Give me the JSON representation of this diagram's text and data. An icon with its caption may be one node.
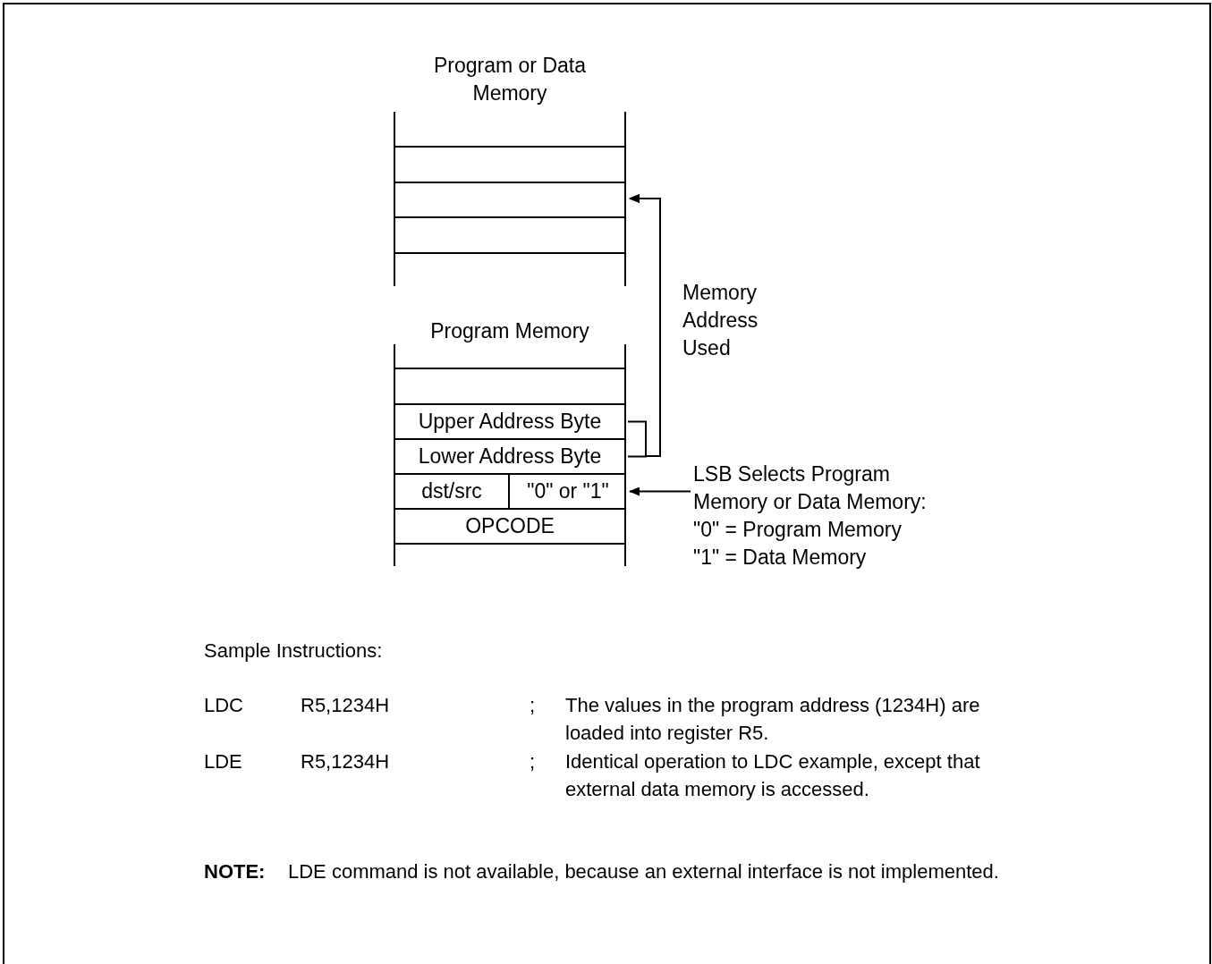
{
  "diagram": {
    "nodes": [
      {
        "text": [
          "Program or Data Memory"
        ]
      },
      {
        "text": [
          "Program Memory"
        ]
      },
      {
        "text": [
          "Upper Address Byte"
        ],
        "in": 1
      },
      {
        "text": [
          "Lower Address Byte"
        ],
        "in": 1
      },
      {
        "text": [
          "dst/src"
        ],
        "in": 1
      },
      {
        "text": [
          "\"0\" or \"1\""
        ],
        "in": 1
      },
      {
        "text": [
          "OPCODE"
        ],
        "in": 1
      },
      {
        "text": [
          "LSB Selects Program Memory or Data Memory:",
          "\"0\" = Program Memory",
          "\"1\" = Data Memory"
        ]
      }
    ],
    "edges": [
      {
        "from": 2,
        "to": 0,
        "arrow": "to",
        "label": "Memory Address Used"
      },
      {
        "from": 3,
        "to": 0,
        "arrow": "to"
      },
      {
        "from": 7,
        "to": 5,
        "arrow": "to"
      }
    ],
    "labels": [
      "Sample Instructions:",
      "LDC",
      "R5,1234H",
      ";",
      "The values in the program address (1234H) are loaded into register R5.",
      "LDE",
      "R5,1234H",
      ";",
      "Identical operation to LDC example, except that external data memory is accessed.",
      "NOTE:",
      "LDE command is not available, because an external interface is not implemented."
    ]
  }
}
